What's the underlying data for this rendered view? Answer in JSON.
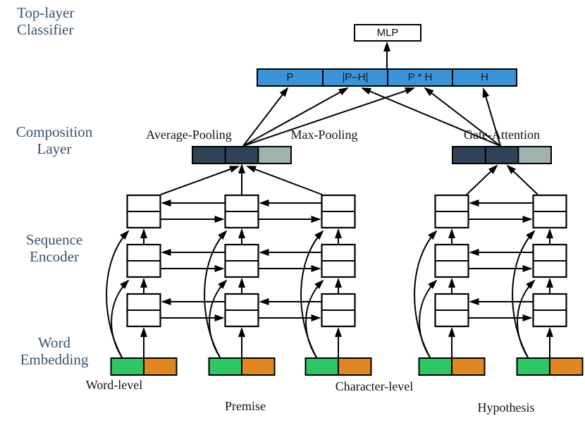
{
  "layer_labels": {
    "top_layer": {
      "line1": "Top-layer",
      "line2": "Classifier"
    },
    "composition": {
      "line1": "Composition",
      "line2": "Layer"
    },
    "sequence": {
      "line1": "Sequence",
      "line2": "Encoder"
    },
    "word_embedding": {
      "line1": "Word",
      "line2": "Embedding"
    }
  },
  "nodes": {
    "mlp": "MLP"
  },
  "feature_bar": {
    "segments": [
      "P",
      "|P–H|",
      "P * H",
      "H"
    ]
  },
  "composition_labels": {
    "average_pooling": "Average-Pooling",
    "max_pooling": "Max-Pooling",
    "gate_attention": "Gate-Attention"
  },
  "bottom_labels": {
    "word_level": "Word-level",
    "character_level": "Character-level",
    "premise": "Premise",
    "hypothesis": "Hypothesis"
  },
  "colors": {
    "bar_blue": "#3b93d8",
    "dark_slate": "#2f4357",
    "light_gray": "#9fb2ad",
    "green": "#2dc763",
    "orange": "#e2861f",
    "side_label": "#3a526b",
    "line": "#000000"
  }
}
